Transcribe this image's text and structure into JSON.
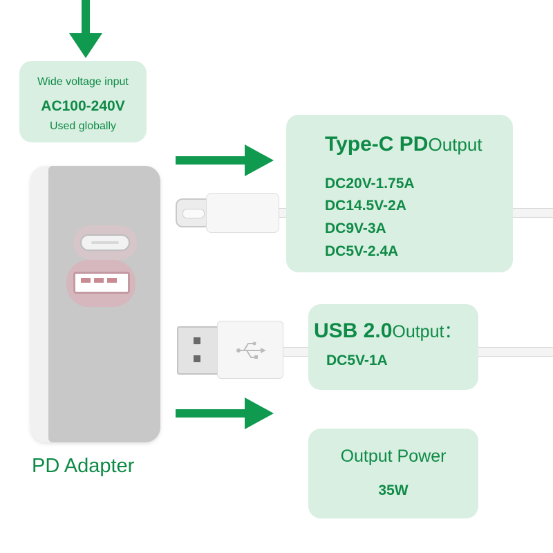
{
  "input": {
    "line1": "Wide voltage input",
    "line2": "AC100-240V",
    "line3": "Used globally"
  },
  "typec": {
    "title_bold": "Type-C PD",
    "title_normal": "Output",
    "specs": [
      "DC20V-1.75A",
      "DC14.5V-2A",
      "DC9V-3A",
      "DC5V-2.4A"
    ]
  },
  "usb": {
    "title_bold": "USB 2.0",
    "title_normal": "Output：",
    "spec": "DC5V-1A"
  },
  "power": {
    "label": "Output Power",
    "value": "35W"
  },
  "adapter": {
    "label": "PD Adapter"
  },
  "colors": {
    "accent_green": "#0e8a46",
    "arrow_green": "#0f9a4f",
    "box_fill": "#d9efe2"
  }
}
